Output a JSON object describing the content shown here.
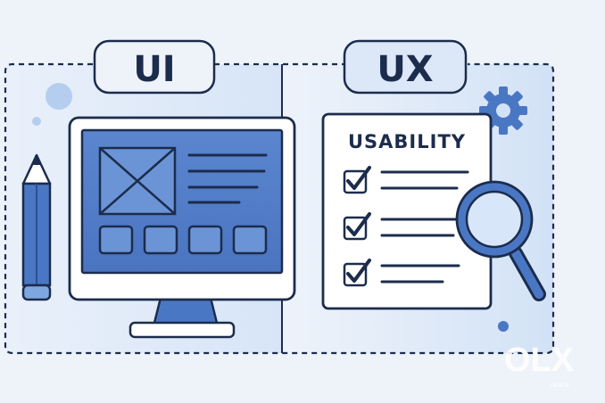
{
  "ui_panel": {
    "label": "UI"
  },
  "ux_panel": {
    "label": "UX",
    "card_title": "USABILITY",
    "checklist_items": [
      {
        "checked": true
      },
      {
        "checked": true
      },
      {
        "checked": true
      }
    ]
  },
  "watermark": {
    "text": "OLX",
    "subtext": "INDIA"
  },
  "colors": {
    "background": "#eef3fa",
    "panel_fill": "#dce8f8",
    "accent_blue": "#4a77c4",
    "light_blue": "#7ea7df",
    "outline": "#1c2c4c",
    "white": "#ffffff"
  },
  "icons": [
    "pencil-icon",
    "monitor-icon",
    "image-placeholder-icon",
    "gear-icon",
    "checkbox-icon",
    "magnifier-icon"
  ]
}
